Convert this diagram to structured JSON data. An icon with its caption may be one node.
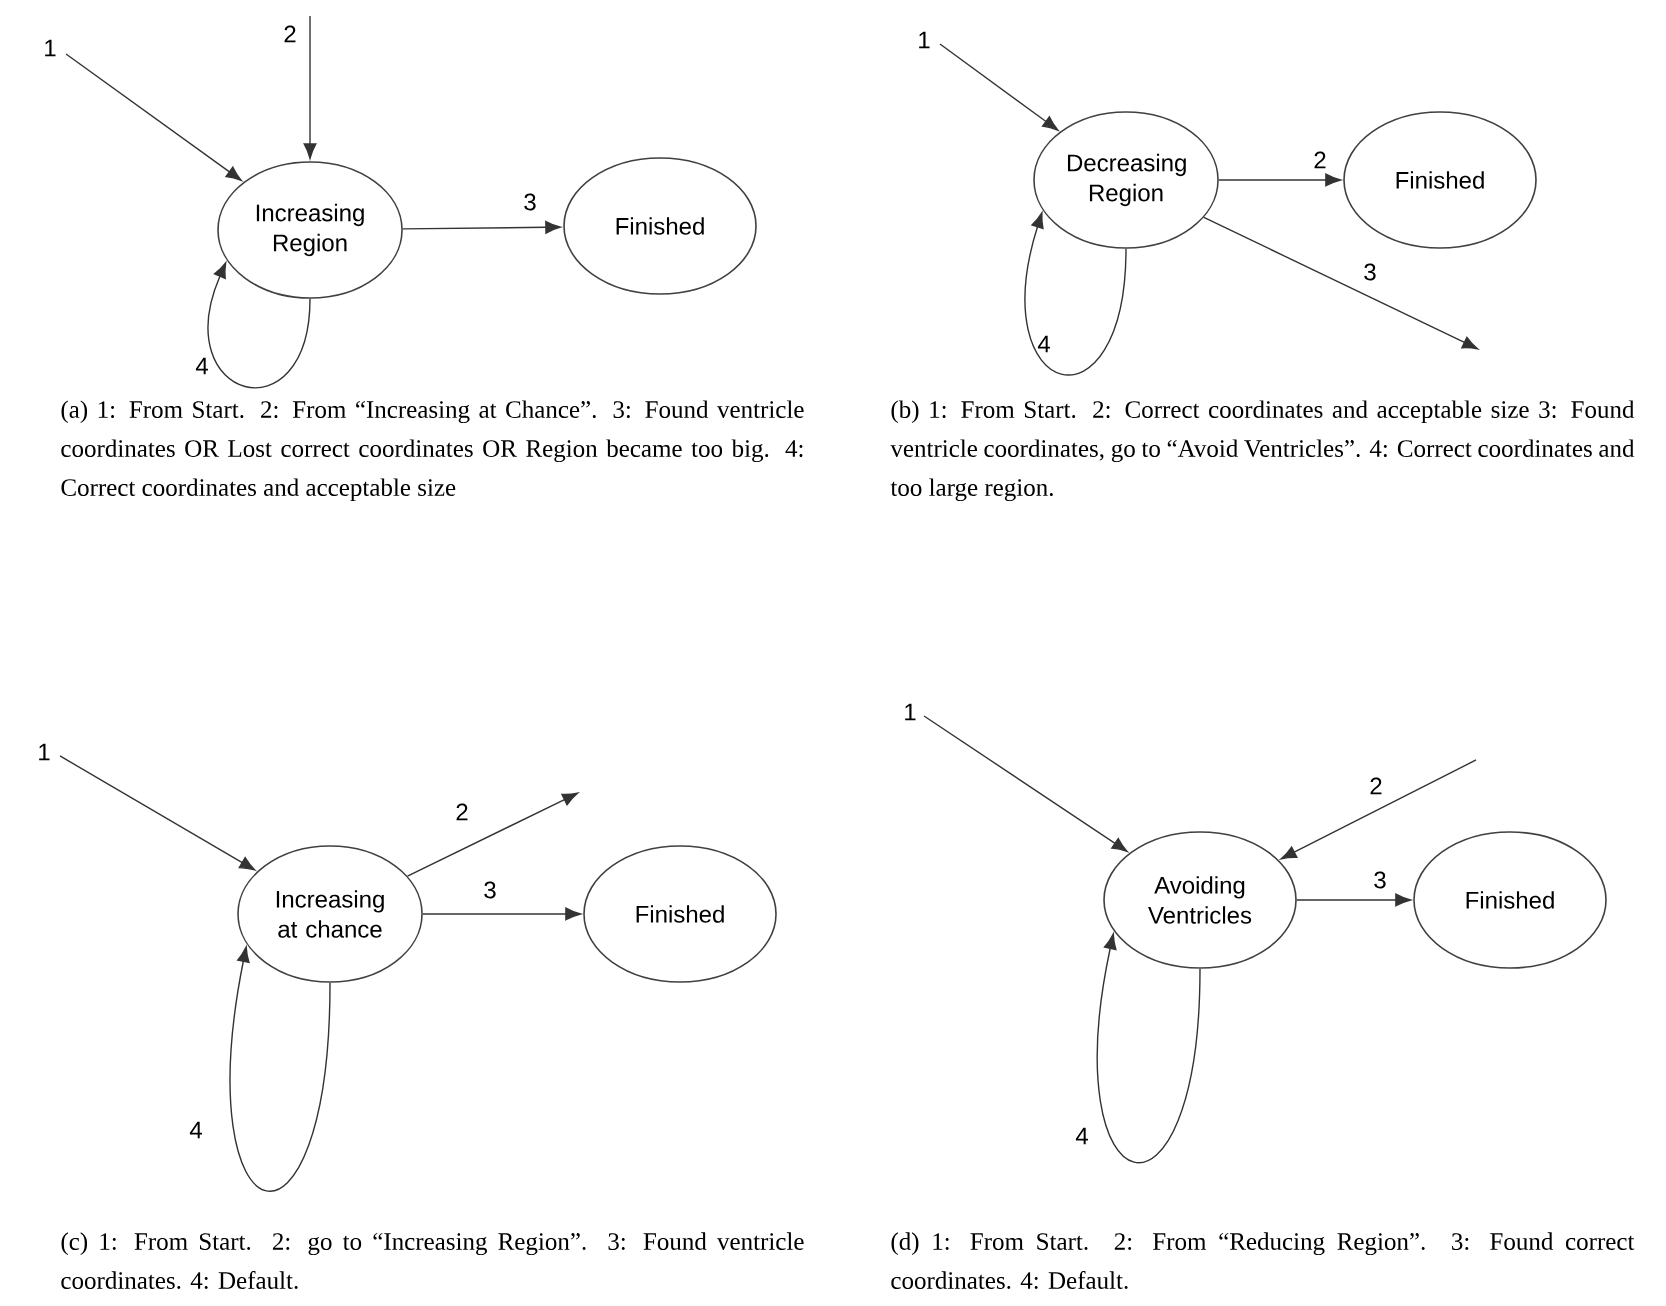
{
  "diagram": {
    "nodes": [
      {
        "text": [
          "Increasing Region"
        ]
      },
      {
        "text": [
          "Finished"
        ]
      },
      {
        "text": [
          "Decreasing Region"
        ]
      },
      {
        "text": [
          "Finished"
        ]
      },
      {
        "text": [
          "Increasing at chance"
        ]
      },
      {
        "text": [
          "Finished"
        ]
      },
      {
        "text": [
          "Avoiding Ventricles"
        ]
      },
      {
        "text": [
          "Finished"
        ]
      }
    ],
    "edges": [
      {
        "from": null,
        "to": 0,
        "arrow": "to",
        "label": "1"
      },
      {
        "from": null,
        "to": 0,
        "arrow": "to",
        "label": "2"
      },
      {
        "from": 0,
        "to": 1,
        "arrow": "to",
        "label": "3"
      },
      {
        "from": 0,
        "to": 0,
        "arrow": "to",
        "label": "4"
      },
      {
        "from": null,
        "to": 2,
        "arrow": "to",
        "label": "1"
      },
      {
        "from": 2,
        "to": 3,
        "arrow": "to",
        "label": "2"
      },
      {
        "from": 2,
        "to": null,
        "arrow": "to",
        "label": "3"
      },
      {
        "from": 2,
        "to": 2,
        "arrow": "to",
        "label": "4"
      },
      {
        "from": null,
        "to": 4,
        "arrow": "to",
        "label": "1"
      },
      {
        "from": 4,
        "to": null,
        "arrow": "to",
        "label": "2"
      },
      {
        "from": 4,
        "to": 5,
        "arrow": "to",
        "label": "3"
      },
      {
        "from": 4,
        "to": 4,
        "arrow": "to",
        "label": "4"
      },
      {
        "from": null,
        "to": 6,
        "arrow": "to",
        "label": "1"
      },
      {
        "from": null,
        "to": 6,
        "arrow": "to",
        "label": "2"
      },
      {
        "from": 6,
        "to": 7,
        "arrow": "to",
        "label": "3"
      },
      {
        "from": 6,
        "to": 6,
        "arrow": "to",
        "label": "4"
      }
    ],
    "labels": [
      "(a) 1: From Start. 2: From “Increasing at Chance”. 3: Found ventricle coordinates OR Lost correct coordinates OR Region became too big. 4: Correct coordinates and acceptable size",
      "(b) 1: From Start. 2: Correct coordinates and acceptable size 3: Found ventricle coordinates, go to “Avoid Ventricles”. 4: Correct coordinates and too large region.",
      "(c) 1: From Start. 2: go to “Increasing Region”. 3: Found ventricle coordinates. 4: Default.",
      "(d) 1: From Start. 2: From “Reducing Region”. 3: Found correct coordinates. 4: Default."
    ]
  }
}
